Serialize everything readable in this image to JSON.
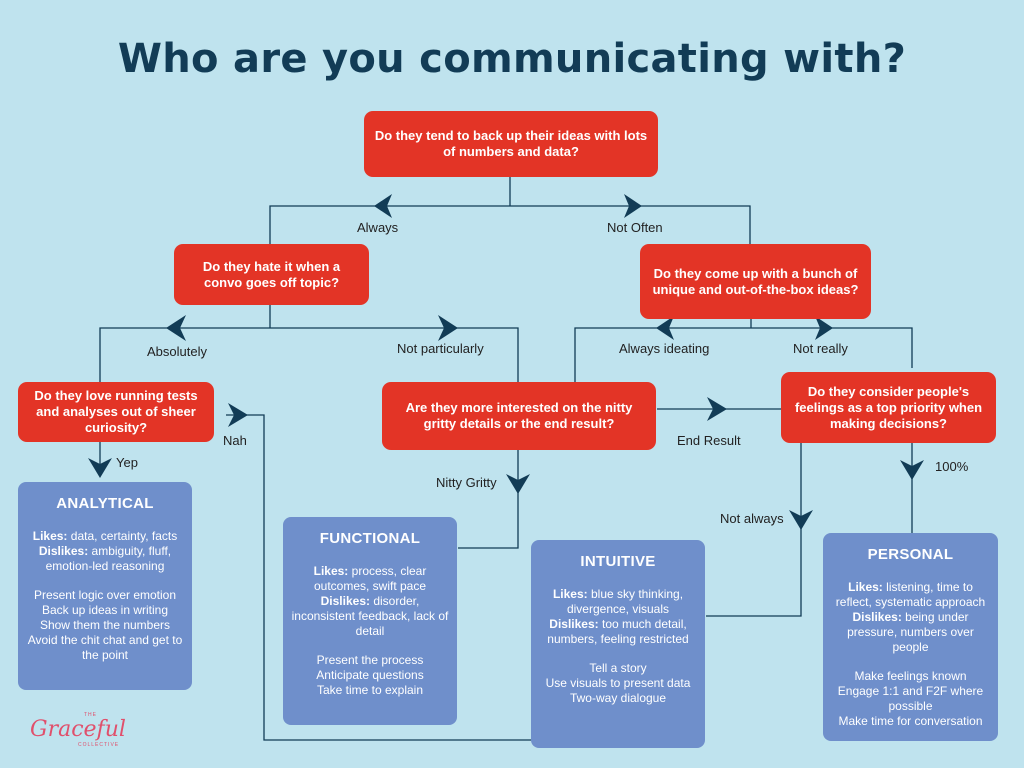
{
  "title": "Who are you communicating with?",
  "questions": {
    "q1": "Do they tend to back up their ideas with lots of numbers and data?",
    "q2": "Do they hate it when a convo goes off topic?",
    "q3": "Do they come up with a bunch of unique and out-of-the-box ideas?",
    "q4": "Do they love running tests and analyses out of sheer curiosity?",
    "q5": "Are they more interested on the nitty gritty details or the end result?",
    "q6": "Do they consider people's feelings as a top priority when making decisions?"
  },
  "labels": {
    "always": "Always",
    "not_often": "Not Often",
    "absolutely": "Absolutely",
    "not_particularly": "Not particularly",
    "always_ideating": "Always ideating",
    "not_really": "Not really",
    "yep": "Yep",
    "nah": "Nah",
    "end_result": "End Result",
    "nitty_gritty": "Nitty Gritty",
    "not_always": "Not always",
    "pct100": "100%"
  },
  "cards": {
    "analytical": {
      "title": "ANALYTICAL",
      "likes_key": "Likes:",
      "likes": "data, certainty, facts",
      "dislikes_key": "Dislikes:",
      "dislikes": "ambiguity, fluff, emotion-led reasoning",
      "tips": [
        "Present logic over emotion",
        "Back up ideas in writing",
        "Show them the numbers",
        "Avoid the chit chat and get to the point"
      ]
    },
    "functional": {
      "title": "FUNCTIONAL",
      "likes_key": "Likes:",
      "likes": "process, clear outcomes, swift  pace",
      "dislikes_key": "Dislikes:",
      "dislikes": "disorder, inconsistent feedback, lack of detail",
      "tips": [
        "Present the process",
        "Anticipate questions",
        "Take time to explain"
      ]
    },
    "intuitive": {
      "title": "INTUITIVE",
      "likes_key": "Likes:",
      "likes": "blue sky thinking, divergence, visuals",
      "dislikes_key": "Dislikes:",
      "dislikes": "too much detail, numbers, feeling restricted",
      "tips": [
        "Tell a story",
        "Use visuals to present data",
        "Two-way dialogue"
      ]
    },
    "personal": {
      "title": "PERSONAL",
      "likes_key": "Likes:",
      "likes": "listening, time to reflect, systematic approach",
      "dislikes_key": "Dislikes:",
      "dislikes": "being under pressure, numbers over people",
      "tips": [
        "Make feelings known",
        "Engage 1:1 and F2F where possible",
        "Make time for conversation"
      ]
    }
  },
  "logo": {
    "the": "THE",
    "name": "Graceful",
    "sub": "COLLECTIVE"
  },
  "colors": {
    "background": "#bfe3ee",
    "question": "#e33426",
    "card": "#6f8fcb",
    "title": "#123c56",
    "arrow": "#123c56",
    "logo": "#e0506c"
  }
}
